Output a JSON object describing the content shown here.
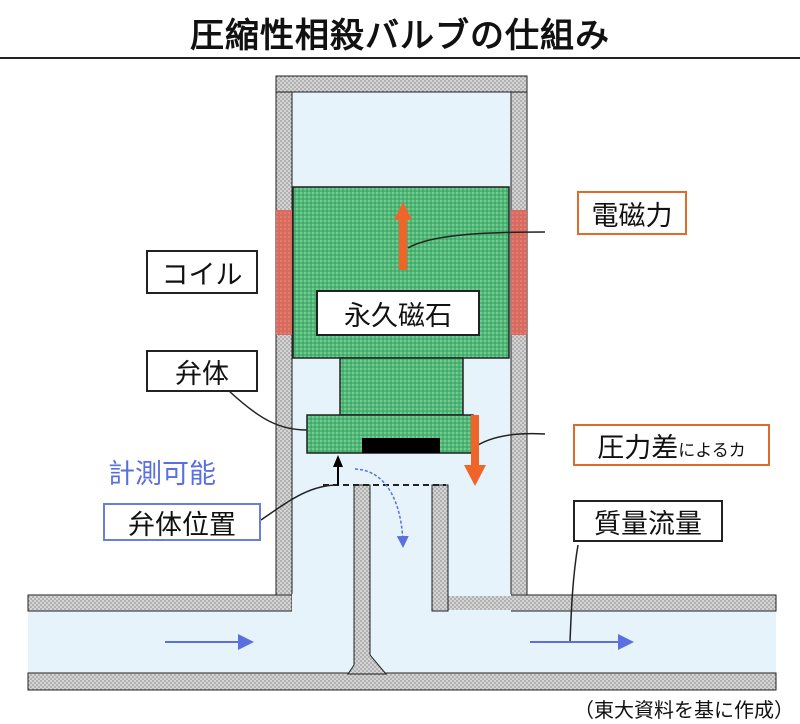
{
  "title": "圧縮性相殺バルブの仕組み",
  "labels": {
    "electromagnetic_force": "電磁力",
    "coil": "コイル",
    "permanent_magnet": "永久磁石",
    "valve_body": "弁体",
    "pressure_diff_main": "圧力差",
    "pressure_diff_suffix": "によるカ",
    "measurable": "計測可能",
    "valve_position": "弁体位置",
    "mass_flow": "質量流量"
  },
  "footer": "（東大資料を基に作成）",
  "colors": {
    "wall": "#c8c8c8",
    "fluid": "#e6f3fb",
    "magnet": "#4fb877",
    "coil": "#d86a5e",
    "force_arrow": "#f0642a",
    "flow_arrow": "#5a6fe0"
  }
}
